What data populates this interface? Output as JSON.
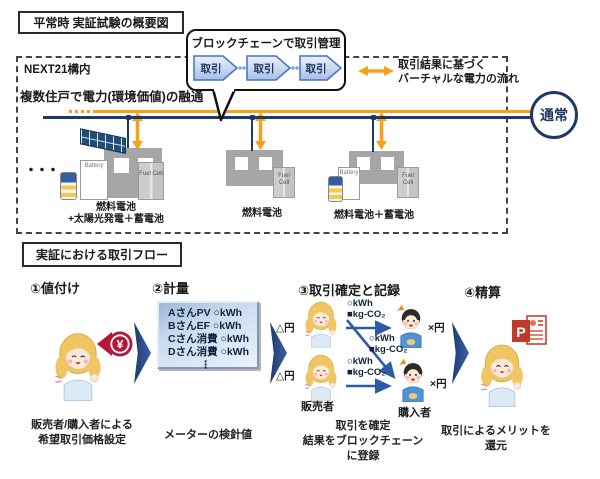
{
  "top": {
    "title": "平常時 実証試験の概要図",
    "area_label": "NEXT21構内",
    "subtitle": "複数住戸で電力(環境価値)の融通",
    "callout": {
      "title": "ブロックチェーンで取引管理",
      "blocks": [
        "取引",
        "取引",
        "取引"
      ]
    },
    "legend": {
      "line1": "取引結果に基づく",
      "line2": "バーチャルな電力の流れ"
    },
    "grid_circle": "通常",
    "ellipsis": "・・・",
    "houses": [
      {
        "label_line1": "燃料電池",
        "label_line2": "+太陽光発電＋蓄電池",
        "battery_box": "Battery",
        "fuel_cell": "Fuel Cell"
      },
      {
        "label_line1": "燃料電池",
        "fuel_cell": "Fuel Cell"
      },
      {
        "label_line1": "燃料電池＋蓄電池",
        "battery_box": "Battery",
        "fuel_cell": "Fuel Cell"
      }
    ]
  },
  "flow": {
    "title": "実証における取引フロー",
    "steps": [
      {
        "label": "①値付け",
        "yen_badge": "¥",
        "caption": [
          "販売者/購入者による",
          "希望取引価格設定"
        ]
      },
      {
        "label": "②計量",
        "meter_box": [
          "AさんPV ○kWh",
          "BさんEF ○kWh",
          "Cさん消費 ○kWh",
          "Dさん消費 ○kWh",
          "⋮"
        ],
        "caption": [
          "メーターの検針値"
        ]
      },
      {
        "label": "③取引確定と記録",
        "price_seller": "△円",
        "price_buyer": "×円",
        "arrow_label": [
          "○kWh",
          "■kg-CO₂"
        ],
        "seller_label": "販売者",
        "buyer_label": "購入者",
        "caption": [
          "取引を確定",
          "結果をブロックチェーン",
          "に登録"
        ]
      },
      {
        "label": "④精算",
        "ppt_letter": "P",
        "caption": [
          "取引によるメリットを",
          "還元"
        ]
      }
    ]
  },
  "colors": {
    "virtual_flow_orange": "#F7A11A",
    "grid_navy": "#1F3864",
    "transaction_arrow_blue": "#2E5BA8",
    "block_fill_blue": "#A8C0E4",
    "yen_badge_red": "#B5173A",
    "powerpoint_red": "#C0392B",
    "meter_box_blue": "#C9DAF0"
  }
}
